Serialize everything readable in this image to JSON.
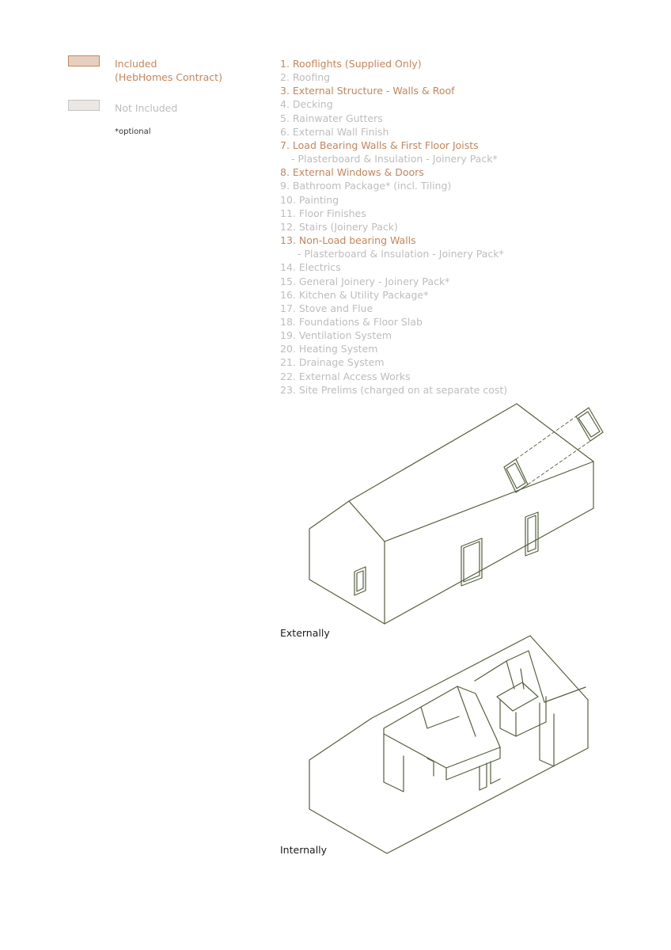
{
  "colors": {
    "included": "#c4865c",
    "included_fill": "#e7cfc0",
    "not_included": "#c4c4c4",
    "not_included_fill": "#ebe7e4",
    "line": "#55603d"
  },
  "legend": {
    "included_label_1": "Included",
    "included_label_2": "(HebHomes Contract)",
    "not_included_label": "Not Included",
    "optional_note": "*optional"
  },
  "items": [
    {
      "text": "1. Rooflights (Supplied Only)",
      "included": true
    },
    {
      "text": "2. Roofing",
      "included": false
    },
    {
      "text": "3. External Structure - Walls & Roof",
      "included": true
    },
    {
      "text": "4. Decking",
      "included": false
    },
    {
      "text": "5. Rainwater Gutters",
      "included": false
    },
    {
      "text": "6. External Wall Finish",
      "included": false
    },
    {
      "text": "7. Load Bearing Walls & First Floor Joists",
      "included": true
    },
    {
      "text": "- Plasterboard & Insulation - Joinery Pack*",
      "included": false,
      "indent": 1
    },
    {
      "text": "8. External Windows & Doors",
      "included": true
    },
    {
      "text": "9. Bathroom Package* (incl. Tiling)",
      "included": false
    },
    {
      "text": "10. Painting",
      "included": false
    },
    {
      "text": "11. Floor Finishes",
      "included": false
    },
    {
      "text": "12. Stairs (Joinery Pack)",
      "included": false
    },
    {
      "text": "13. Non-Load bearing Walls",
      "included": true
    },
    {
      "text": "- Plasterboard & Insulation - Joinery Pack*",
      "included": false,
      "indent": 2
    },
    {
      "text": "14. Electrics",
      "included": false
    },
    {
      "text": "15. General Joinery - Joinery Pack*",
      "included": false
    },
    {
      "text": "16. Kitchen & Utility Package*",
      "included": false
    },
    {
      "text": "17. Stove and Flue",
      "included": false
    },
    {
      "text": "18. Foundations & Floor Slab",
      "included": false
    },
    {
      "text": "19. Ventilation System",
      "included": false
    },
    {
      "text": "20. Heating System",
      "included": false
    },
    {
      "text": "21. Drainage System",
      "included": false
    },
    {
      "text": "22. External Access Works",
      "included": false
    },
    {
      "text": "23. Site Prelims (charged on at separate cost)",
      "included": false
    }
  ],
  "captions": {
    "external": "Externally",
    "internal": "Internally"
  }
}
